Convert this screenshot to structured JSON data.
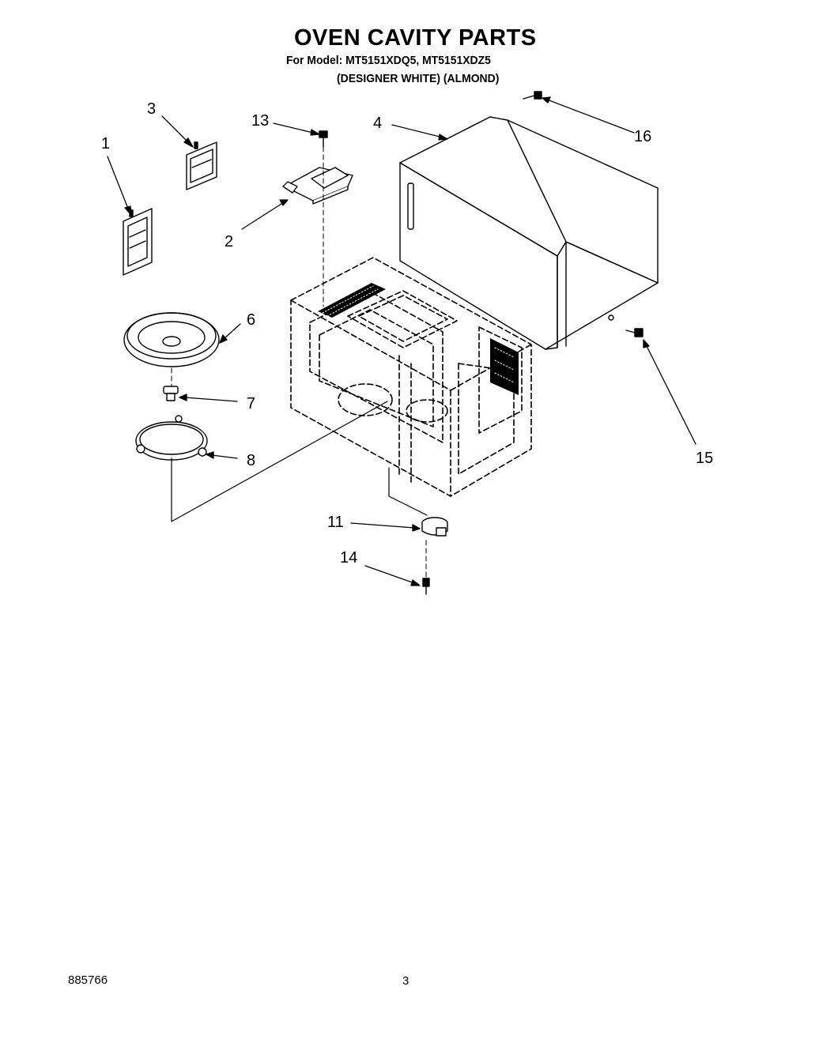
{
  "header": {
    "title": "OVEN CAVITY PARTS",
    "model_line": "For Model: MT5151XDQ5, MT5151XDZ5",
    "variant_line": "(DESIGNER WHITE) (ALMOND)"
  },
  "callouts": {
    "c1": "1",
    "c2": "2",
    "c3": "3",
    "c4": "4",
    "c6": "6",
    "c7": "7",
    "c8": "8",
    "c11": "11",
    "c13": "13",
    "c14": "14",
    "c15": "15",
    "c16": "16"
  },
  "footer": {
    "doc_number": "885766",
    "page_number": "3"
  }
}
